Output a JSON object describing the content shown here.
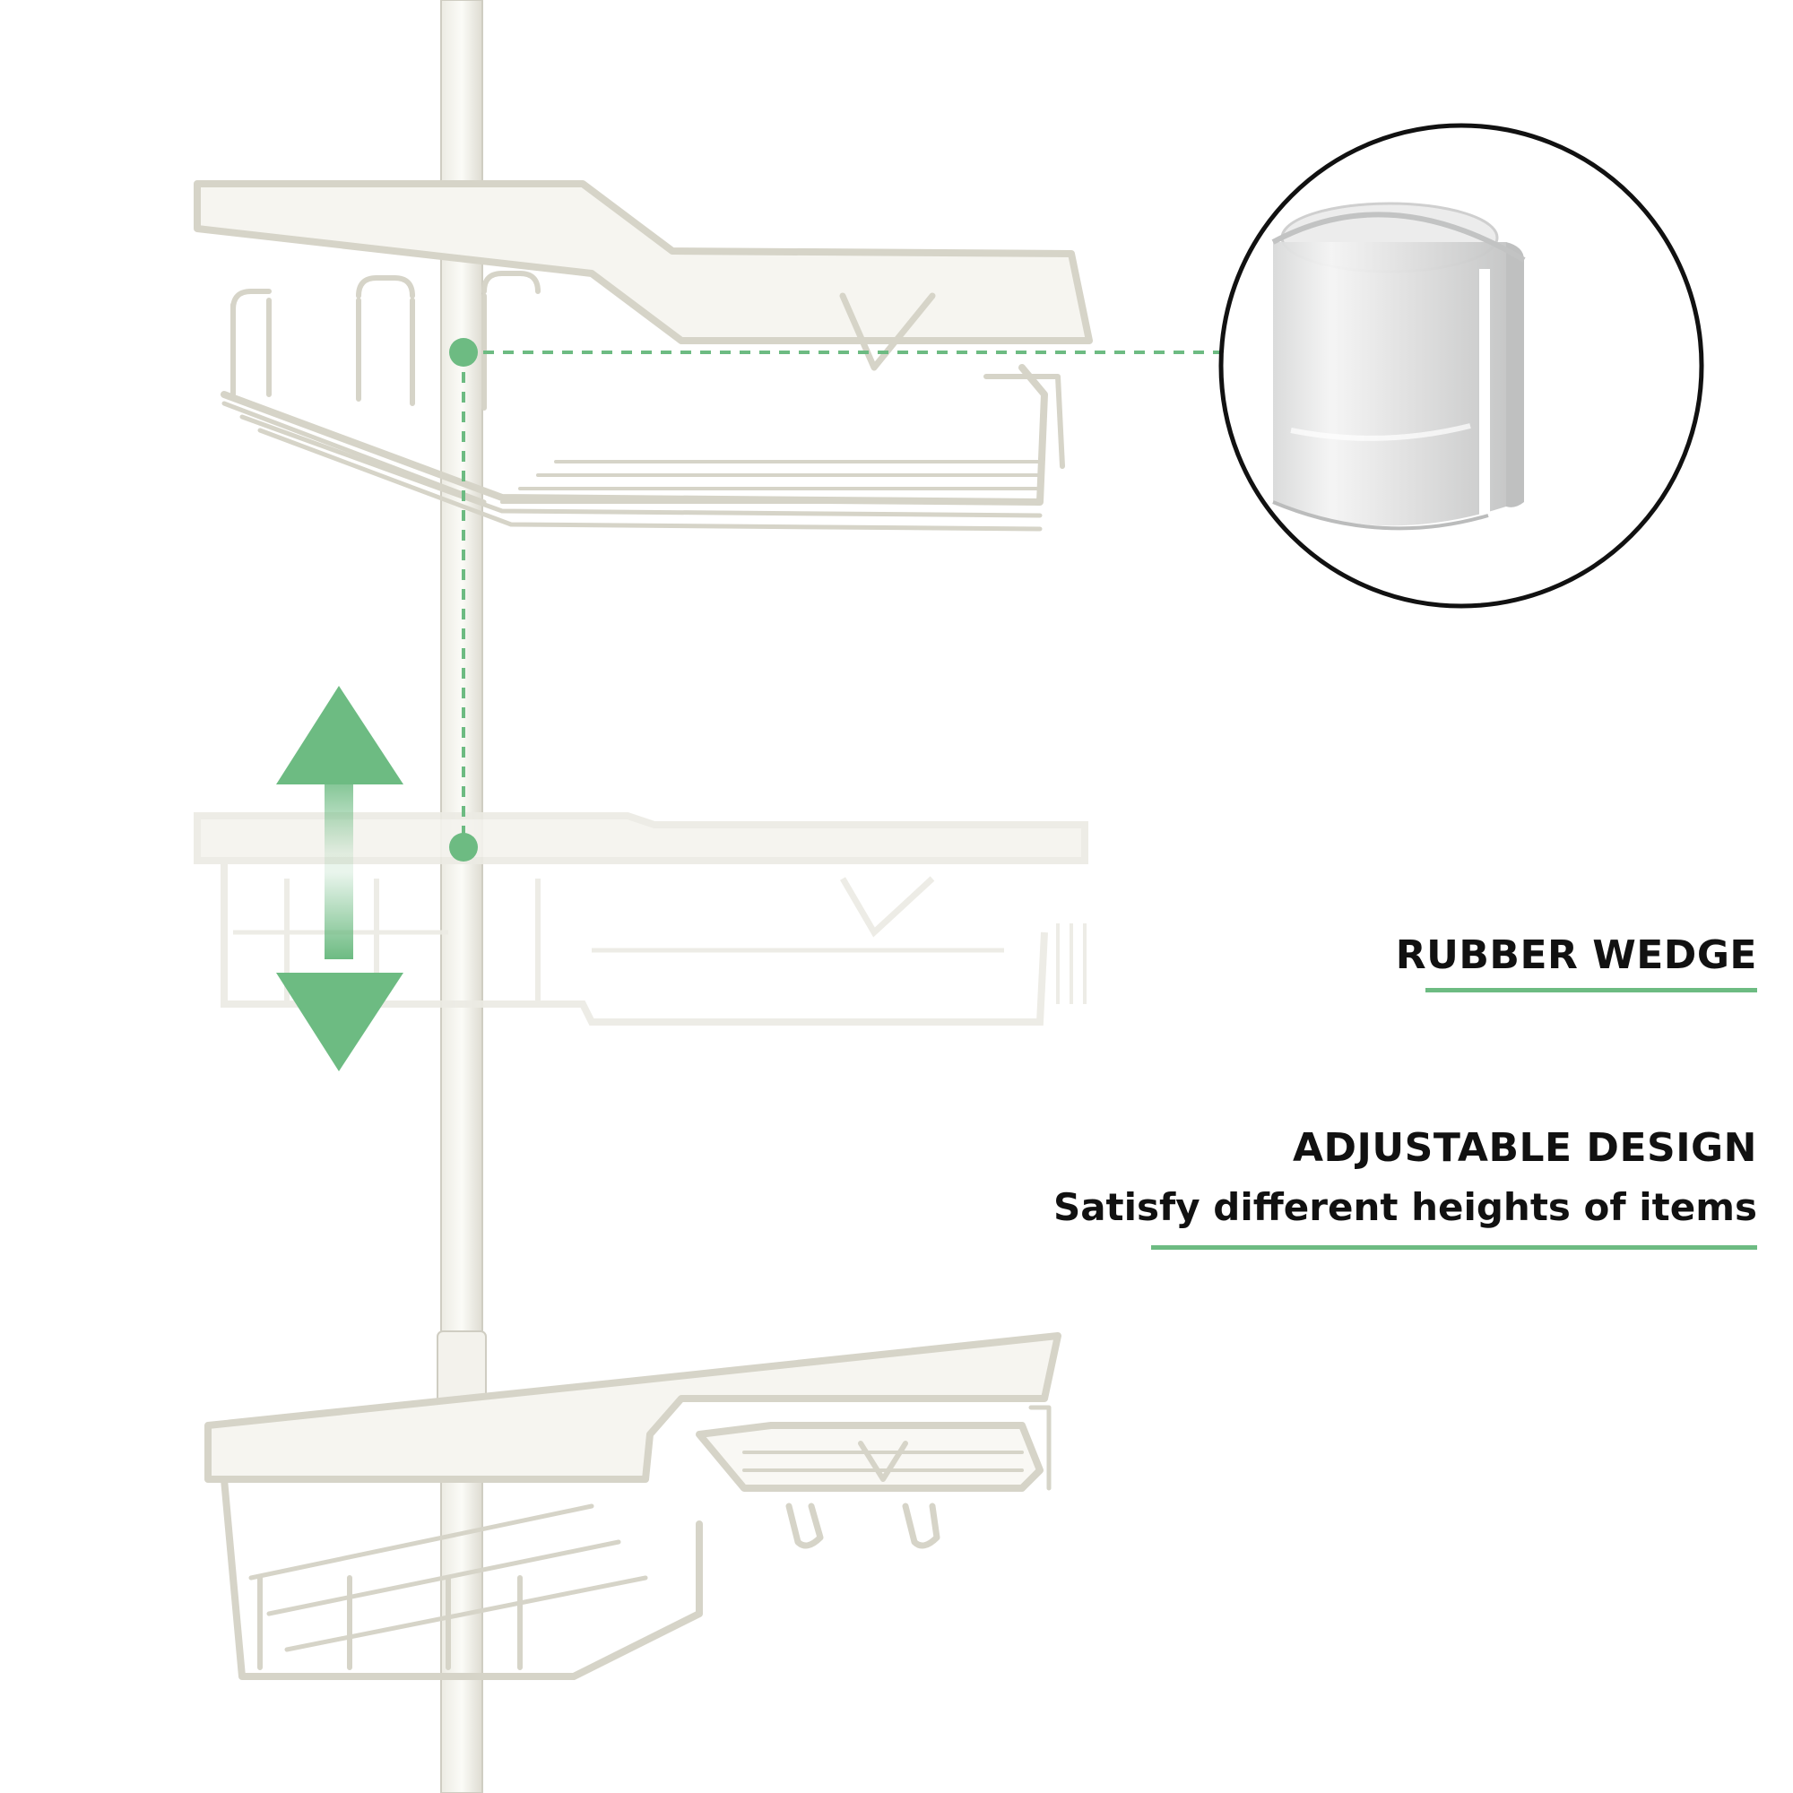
{
  "accent_color": "#6dbb82",
  "callouts": [
    {
      "title": "RUBBER WEDGE",
      "subtitle": ""
    },
    {
      "title": "ADJUSTABLE DESIGN",
      "subtitle": "Satisfy different heights of items"
    }
  ],
  "icons": [
    "double-arrow-icon",
    "rubber-wedge-zoom"
  ]
}
